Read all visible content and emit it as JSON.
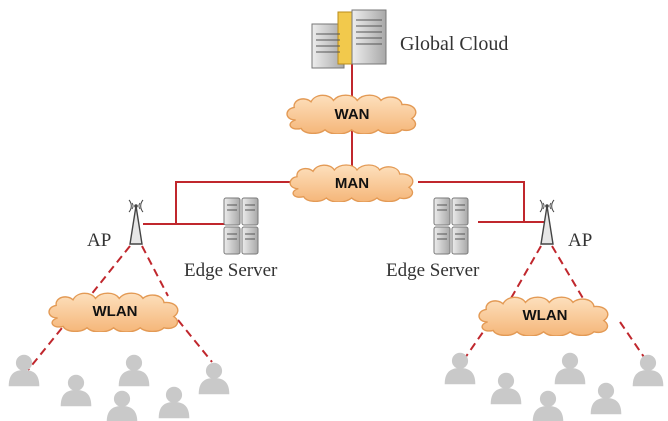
{
  "labels": {
    "global_cloud": "Global Cloud",
    "wan": "WAN",
    "man": "MAN",
    "ap_left": "AP",
    "ap_right": "AP",
    "edge_server_left": "Edge Server",
    "edge_server_right": "Edge Server",
    "wlan_left": "WLAN",
    "wlan_right": "WLAN"
  },
  "colors": {
    "link": "#c0272d",
    "cloud_fill": "#f7c08a",
    "cloud_stroke": "#e8a060",
    "user": "#c8c8c8",
    "server_body": "#d9d9d9",
    "server_accent": "#f2c94c",
    "text": "#333333"
  }
}
